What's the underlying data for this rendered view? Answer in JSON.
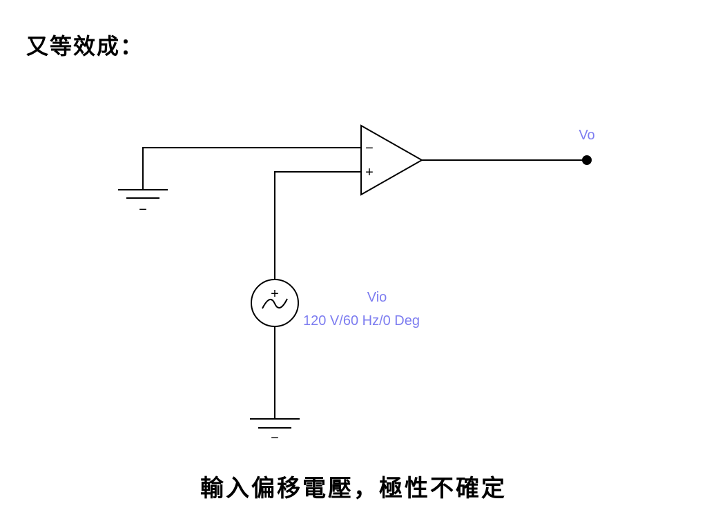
{
  "page": {
    "title": "又等效成：",
    "caption": "輸入偏移電壓，極性不確定"
  },
  "circuit": {
    "output_label": "Vo",
    "source_name": "Vio",
    "source_value": "120 V/60 Hz/0 Deg",
    "opamp": {
      "inverting_symbol": "−",
      "noninverting_symbol": "+"
    },
    "source_plus_symbol": "+",
    "ground_symbol": "−"
  },
  "colors": {
    "label_color": "#7d7df0",
    "wire_color": "#000000",
    "text_color": "#000000"
  },
  "icons": {
    "opamp": "triangle-amplifier",
    "ac_source": "circle-with-sine",
    "ground": "ground-bars",
    "output_node": "filled-dot"
  }
}
